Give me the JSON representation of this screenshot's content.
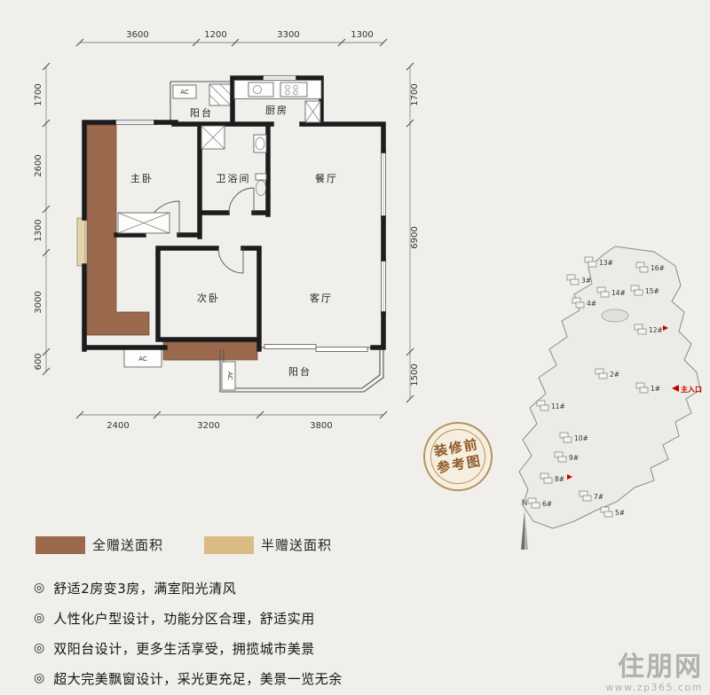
{
  "page": {
    "background": "#f1efec"
  },
  "colors": {
    "full_gift": "#9b6a4d",
    "half_gift": "#d9bb86",
    "wall": "#1c1c1c",
    "stamp_border": "#b6915c",
    "stamp_text": "#8f5a2a",
    "entrance_red": "#c00000",
    "watermark_gray": "#b2b0ac"
  },
  "floorplan": {
    "ac_label": "AC",
    "rooms": [
      {
        "id": "balcony-top",
        "label": "阳台"
      },
      {
        "id": "kitchen",
        "label": "厨房"
      },
      {
        "id": "master-bedroom",
        "label": "主卧"
      },
      {
        "id": "bathroom",
        "label": "卫浴间"
      },
      {
        "id": "dining-room",
        "label": "餐厅"
      },
      {
        "id": "second-bedroom",
        "label": "次卧"
      },
      {
        "id": "living-room",
        "label": "客厅"
      },
      {
        "id": "balcony-bottom",
        "label": "阳台"
      }
    ],
    "dims_top": [
      "3600",
      "1200",
      "3300",
      "1300"
    ],
    "dims_left": [
      "1700",
      "2600",
      "1300",
      "3000",
      "600"
    ],
    "dims_right": [
      "1700",
      "6900",
      "1500"
    ],
    "dims_bottom": [
      "2400",
      "3200",
      "3800"
    ]
  },
  "stamp": {
    "line1": "装修前",
    "line2": "参考图"
  },
  "sitemap": {
    "north": "N",
    "entrance": "主入口",
    "buildings": [
      "13#",
      "16#",
      "15#",
      "14#",
      "3#",
      "4#",
      "12#",
      "2#",
      "1#",
      "11#",
      "10#",
      "9#",
      "8#",
      "7#",
      "6#",
      "5#"
    ]
  },
  "legend": {
    "items": [
      {
        "label": "全赠送面积",
        "color": "#9b6a4d"
      },
      {
        "label": "半赠送面积",
        "color": "#d9bb86"
      }
    ]
  },
  "features": {
    "bullet": "◎",
    "items": [
      "舒适2房变3房，满室阳光清风",
      "人性化户型设计，功能分区合理，舒适实用",
      "双阳台设计，更多生活享受，拥揽城市美景",
      "超大完美飘窗设计，采光更充足，美景一览无余"
    ]
  },
  "watermark": {
    "brand": "住朋网",
    "url": "www.zp365.com"
  }
}
